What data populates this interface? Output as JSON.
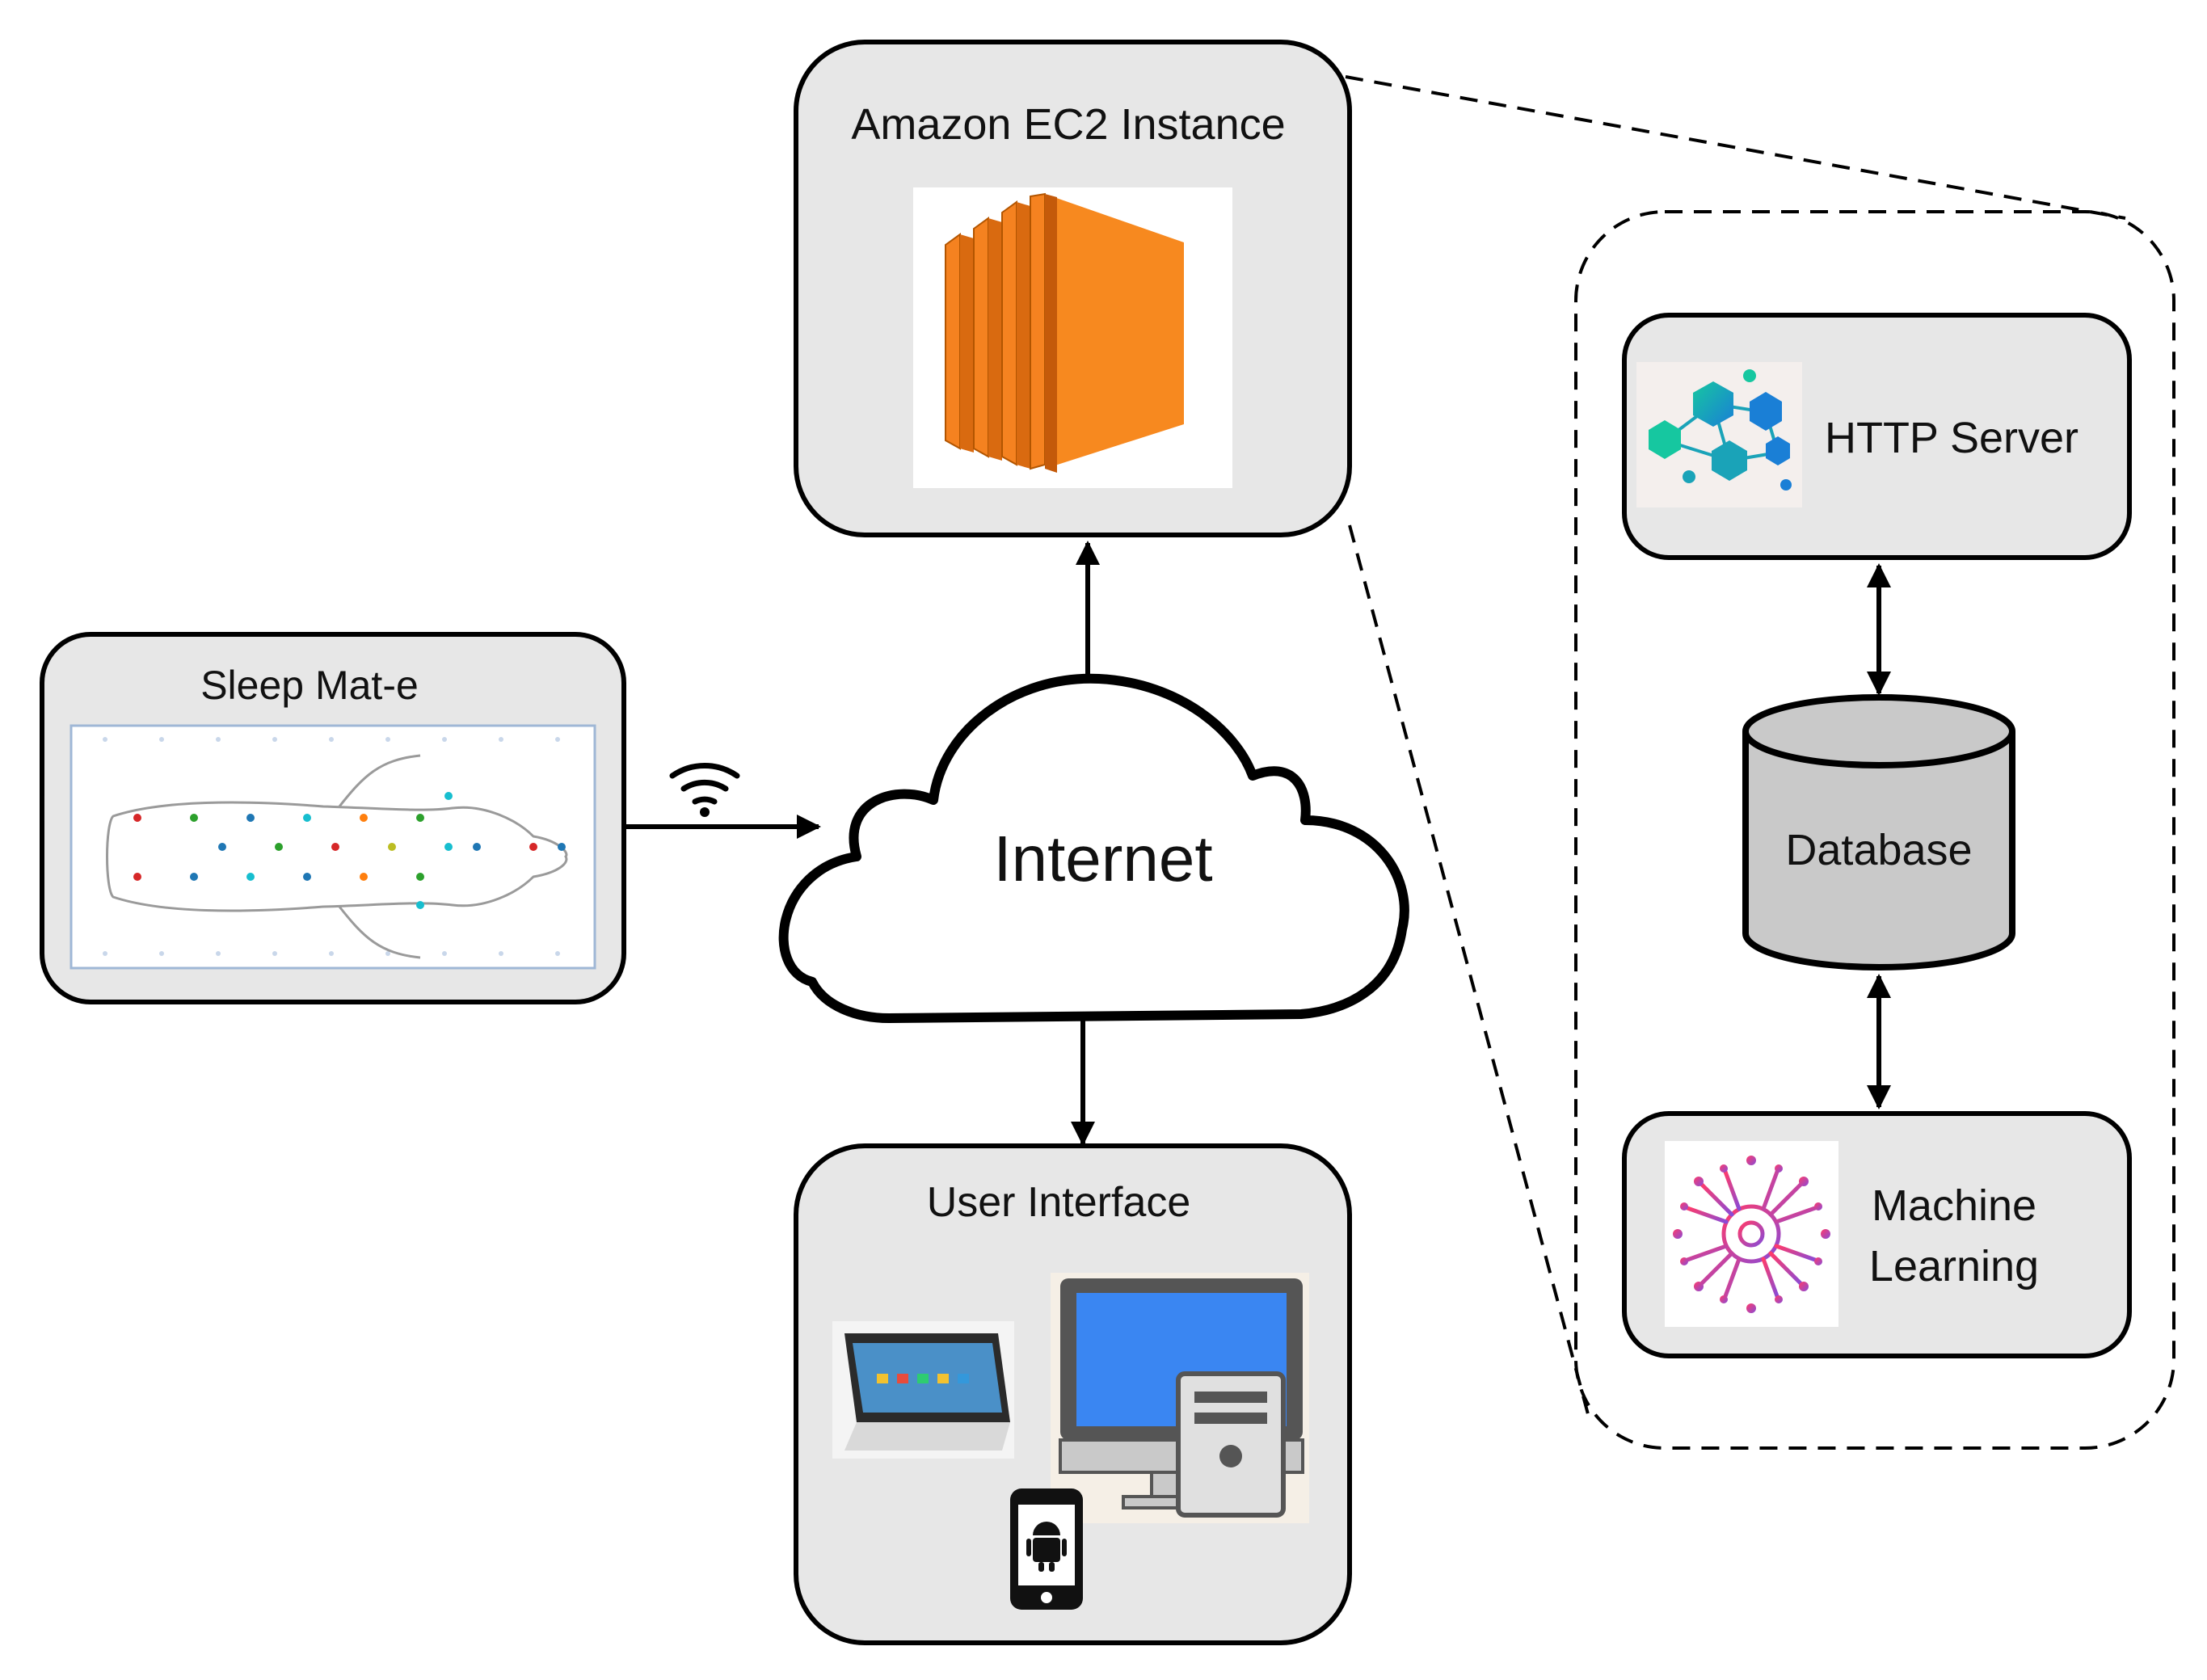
{
  "nodes": {
    "ec2": {
      "label": "Amazon EC2 Instance"
    },
    "sleep_mat": {
      "label": "Sleep Mat-e"
    },
    "internet": {
      "label": "Internet"
    },
    "user_interface": {
      "label": "User Interface"
    },
    "http_server": {
      "label": "HTTP Server"
    },
    "database": {
      "label": "Database"
    },
    "machine_learning": {
      "label_line1": "Machine",
      "label_line2": "Learning"
    }
  },
  "edges": [
    {
      "from": "sleep_mat",
      "to": "internet",
      "type": "arrow",
      "medium": "wifi"
    },
    {
      "from": "internet",
      "to": "ec2",
      "type": "arrow"
    },
    {
      "from": "internet",
      "to": "user_interface",
      "type": "arrow"
    },
    {
      "from": "http_server",
      "to": "database",
      "type": "double-arrow"
    },
    {
      "from": "database",
      "to": "machine_learning",
      "type": "double-arrow"
    }
  ],
  "colors": {
    "box_fill": "#e7e7e7",
    "ec2_orange": "#f58220",
    "screen_blue": "#3a86f2",
    "network_teal": "#1aa3b8",
    "ml_magenta": "#e23aa6"
  },
  "icons": {
    "ec2": "aws-ec2-icon",
    "sleep_mat": "pressure-map-icon",
    "wifi": "wifi-icon",
    "http_server": "network-graph-icon",
    "machine_learning": "brain-circuit-icon",
    "user_interface": [
      "tablet-icon",
      "desktop-computer-icon",
      "android-phone-icon"
    ]
  }
}
